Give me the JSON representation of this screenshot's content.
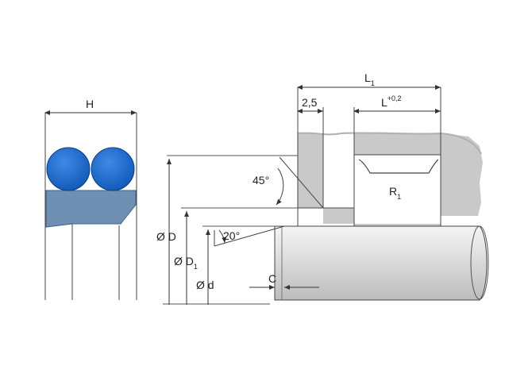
{
  "labels": {
    "H": "H",
    "L1": {
      "main": "L",
      "sub": "1"
    },
    "dim_2_5": "2,5",
    "L_tol": {
      "main": "L",
      "sup": "+0,2"
    },
    "angle45": "45°",
    "angle20": "20°",
    "R1": {
      "main": "R",
      "sub": "1"
    },
    "diaD": "Ø D",
    "diaD1": {
      "main": "Ø D",
      "sub": "1"
    },
    "diad": "Ø d",
    "C": "C"
  },
  "colors": {
    "oring_fill": "#1565c8",
    "oring_stroke": "#0b3f85",
    "base_fill": "#6f8fb3",
    "housing_fill": "#c9c9c9",
    "rod_light": "#f2f2f2",
    "rod_dark": "#bdbdbd",
    "line": "#333333"
  }
}
